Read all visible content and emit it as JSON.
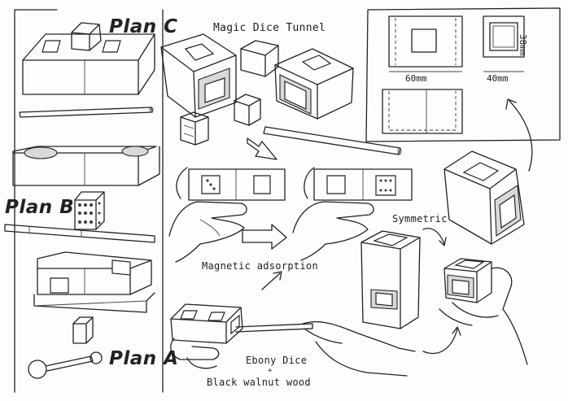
{
  "title": "Magic Dice Tunnel",
  "plans": {
    "c": "Plan C",
    "b": "Plan B",
    "a": "Plan A"
  },
  "annotations": {
    "magnetic": "Magnetic adsorption",
    "symmetric": "Symmetric",
    "material_line1": "Ebony Dice",
    "material_plus": "+",
    "material_line2": "Black walnut wood"
  },
  "dimensions": {
    "height": "38mm",
    "length": "60mm",
    "width": "40mm"
  }
}
